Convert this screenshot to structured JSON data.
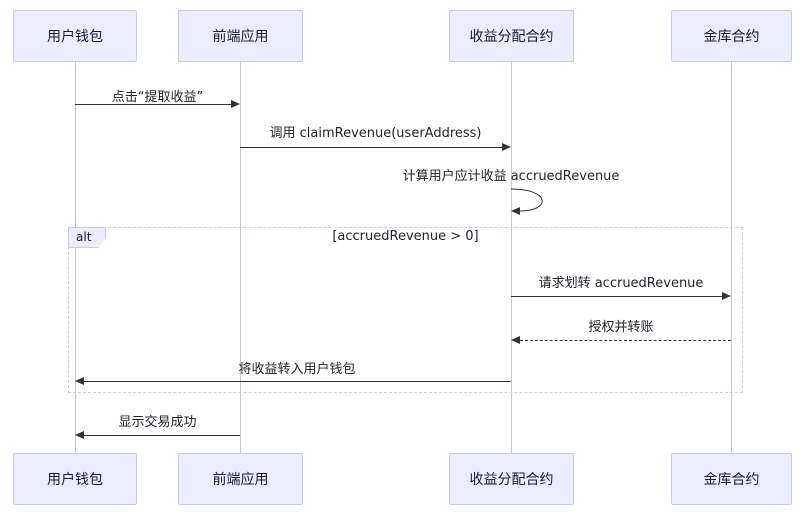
{
  "diagram": {
    "type": "sequence-diagram",
    "participants": [
      {
        "label": "用户钱包"
      },
      {
        "label": "前端应用"
      },
      {
        "label": "收益分配合约"
      },
      {
        "label": "金库合约"
      }
    ],
    "messages": [
      {
        "from": "用户钱包",
        "to": "前端应用",
        "style": "solid",
        "text": "点击“提取收益”"
      },
      {
        "from": "前端应用",
        "to": "收益分配合约",
        "style": "solid",
        "text": "调用 claimRevenue(userAddress)"
      },
      {
        "from": "收益分配合约",
        "to": "收益分配合约",
        "style": "self",
        "text": "计算用户应计收益 accruedRevenue"
      },
      {
        "from": "收益分配合约",
        "to": "金库合约",
        "style": "solid",
        "text": "请求划转 accruedRevenue"
      },
      {
        "from": "金库合约",
        "to": "收益分配合约",
        "style": "dashed",
        "text": "授权并转账"
      },
      {
        "from": "收益分配合约",
        "to": "用户钱包",
        "style": "solid",
        "text": "将收益转入用户钱包"
      },
      {
        "from": "前端应用",
        "to": "用户钱包",
        "style": "solid",
        "text": "显示交易成功"
      }
    ],
    "alt_block": {
      "label": "alt",
      "condition": "[accruedRevenue > 0]"
    },
    "colors": {
      "participant_fill": "#ECECFF",
      "participant_border": "#c9c9ec",
      "line": "#333333",
      "frame_border": "#cfc8ea",
      "background": "#ffffff"
    }
  }
}
